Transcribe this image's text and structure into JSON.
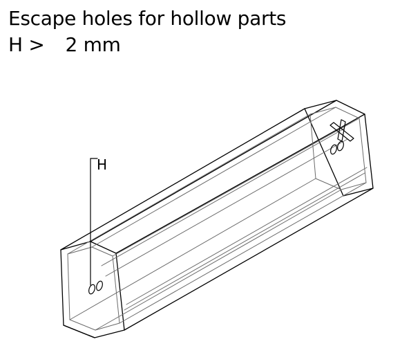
{
  "title": "Escape holes for hollow parts",
  "rule": {
    "label": "H >",
    "value": "2 mm"
  },
  "diagram": {
    "dimension_label": "H",
    "line_color": "#000000",
    "hidden_line_color": "#6a6a6a"
  }
}
